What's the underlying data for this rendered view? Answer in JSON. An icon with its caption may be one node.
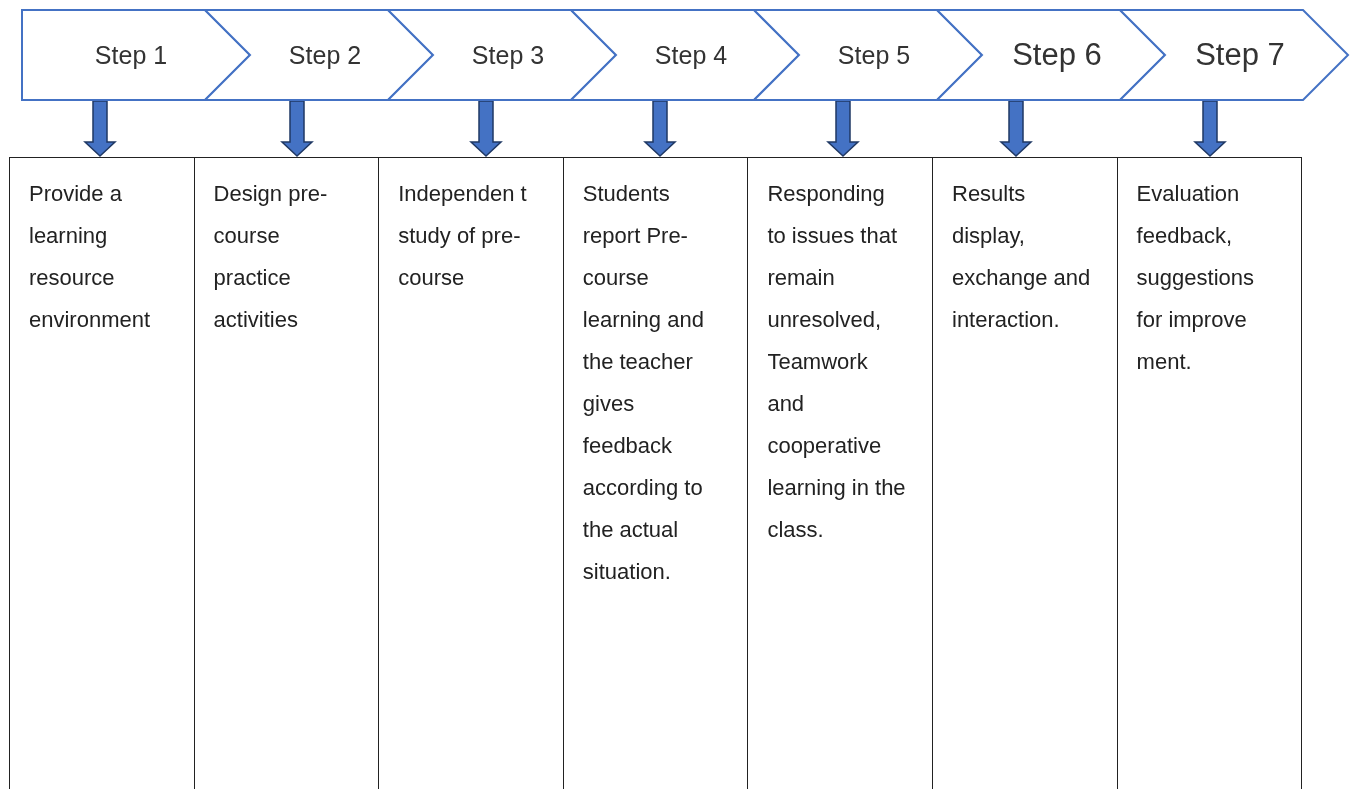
{
  "diagram": {
    "nodes": [
      {
        "text": [
          "Step 1"
        ]
      },
      {
        "text": [
          "Step 2"
        ]
      },
      {
        "text": [
          "Step 3"
        ]
      },
      {
        "text": [
          "Step 4"
        ]
      },
      {
        "text": [
          "Step 5"
        ]
      },
      {
        "text": [
          "Step 6"
        ]
      },
      {
        "text": [
          "Step 7"
        ]
      },
      {
        "text": [
          "Provide a learning resource environment"
        ]
      },
      {
        "text": [
          "Design pre- course practice activities"
        ]
      },
      {
        "text": [
          "Independen t study of pre-course"
        ]
      },
      {
        "text": [
          "Students report Pre- course learning and the teacher gives feedback according to the actual situation."
        ]
      },
      {
        "text": [
          "Responding to issues that remain unresolved, Teamwork and cooperative learning in the class."
        ]
      },
      {
        "text": [
          "Results display, exchange and interaction."
        ]
      },
      {
        "text": [
          "Evaluation feedback, suggestions for improve ment."
        ]
      }
    ],
    "edges": [
      {
        "from": 0,
        "to": 7,
        "arrow": "to"
      },
      {
        "from": 1,
        "to": 8,
        "arrow": "to"
      },
      {
        "from": 2,
        "to": 9,
        "arrow": "to"
      },
      {
        "from": 3,
        "to": 10,
        "arrow": "to"
      },
      {
        "from": 4,
        "to": 11,
        "arrow": "to"
      },
      {
        "from": 5,
        "to": 12,
        "arrow": "to"
      },
      {
        "from": 6,
        "to": 13,
        "arrow": "to"
      }
    ]
  }
}
